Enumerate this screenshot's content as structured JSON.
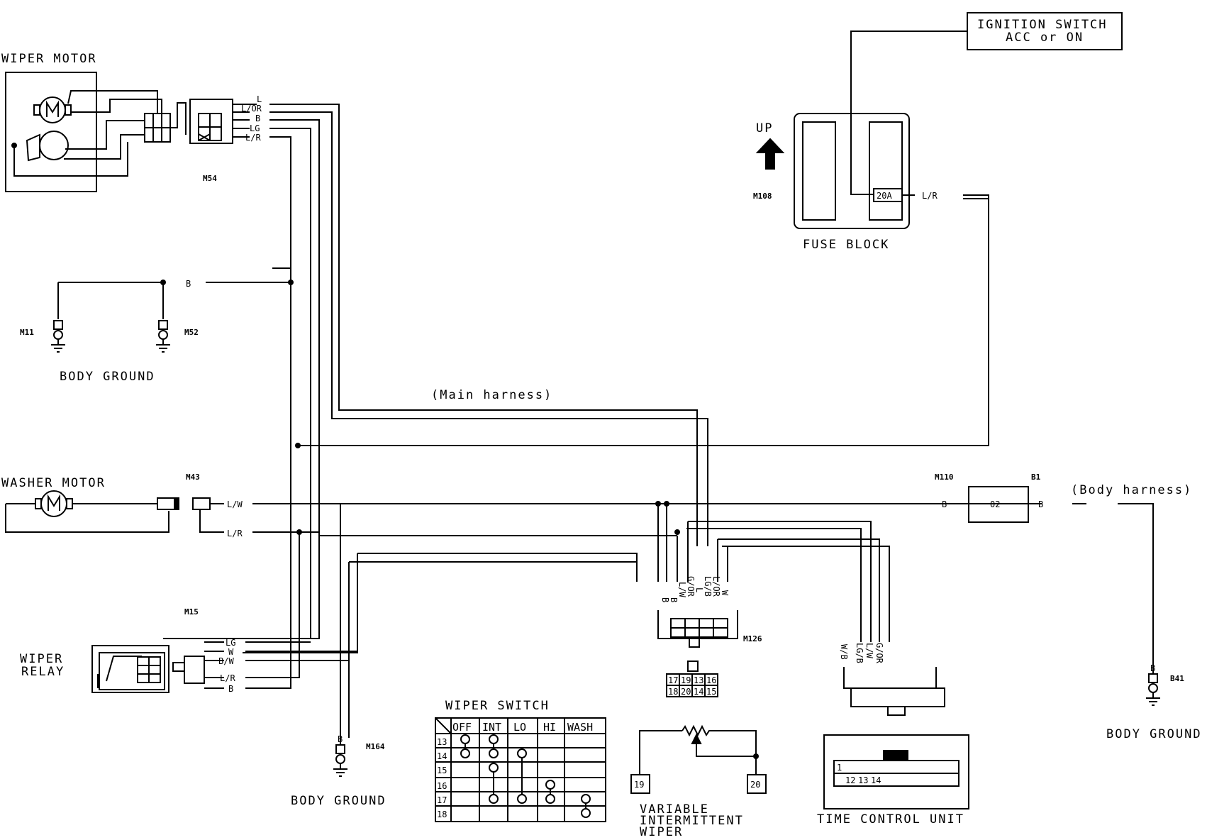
{
  "components": {
    "wiper_motor": "WIPER MOTOR",
    "washer_motor": "WASHER MOTOR",
    "wiper_relay_1": "WIPER",
    "wiper_relay_2": "RELAY",
    "ignition_1": "IGNITION SWITCH",
    "ignition_2": "ACC or ON",
    "fuse_block": "FUSE BLOCK",
    "fuse": "20A",
    "up": "UP",
    "body_ground": "BODY GROUND",
    "main_harness": "(Main harness)",
    "body_harness": "(Body harness)",
    "wiper_switch": "WIPER SWITCH",
    "variable_1": "VARIABLE",
    "variable_2": "INTERMITTENT",
    "variable_3": "WIPER",
    "time_control_unit": "TIME CONTROL UNIT",
    "joint": "02"
  },
  "connectors": {
    "m54": "M54",
    "m11": "M11",
    "m52": "M52",
    "m43": "M43",
    "m15": "M15",
    "m164": "M164",
    "m108": "M108",
    "m110": "M110",
    "b1": "B1",
    "m126": "M126",
    "b41": "B41"
  },
  "wires": {
    "l": "L",
    "l_or": "L/OR",
    "b": "B",
    "lg": "LG",
    "l_r": "L/R",
    "l_w": "L/W",
    "w": "W",
    "b_w": "B/W",
    "g_or": "G/OR",
    "lg_b": "LG/B",
    "w_b": "W/B"
  },
  "switch_table": {
    "headers": [
      "OFF",
      "INT",
      "LO",
      "HI",
      "WASH"
    ],
    "rows": [
      "13",
      "14",
      "15",
      "16",
      "17",
      "18"
    ]
  },
  "pins": {
    "m126": [
      "17",
      "19",
      "13",
      "16",
      "18",
      "20",
      "14",
      "15"
    ],
    "tcu": [
      "1",
      "12",
      "13",
      "14"
    ],
    "var_19": "19",
    "var_20": "20"
  }
}
